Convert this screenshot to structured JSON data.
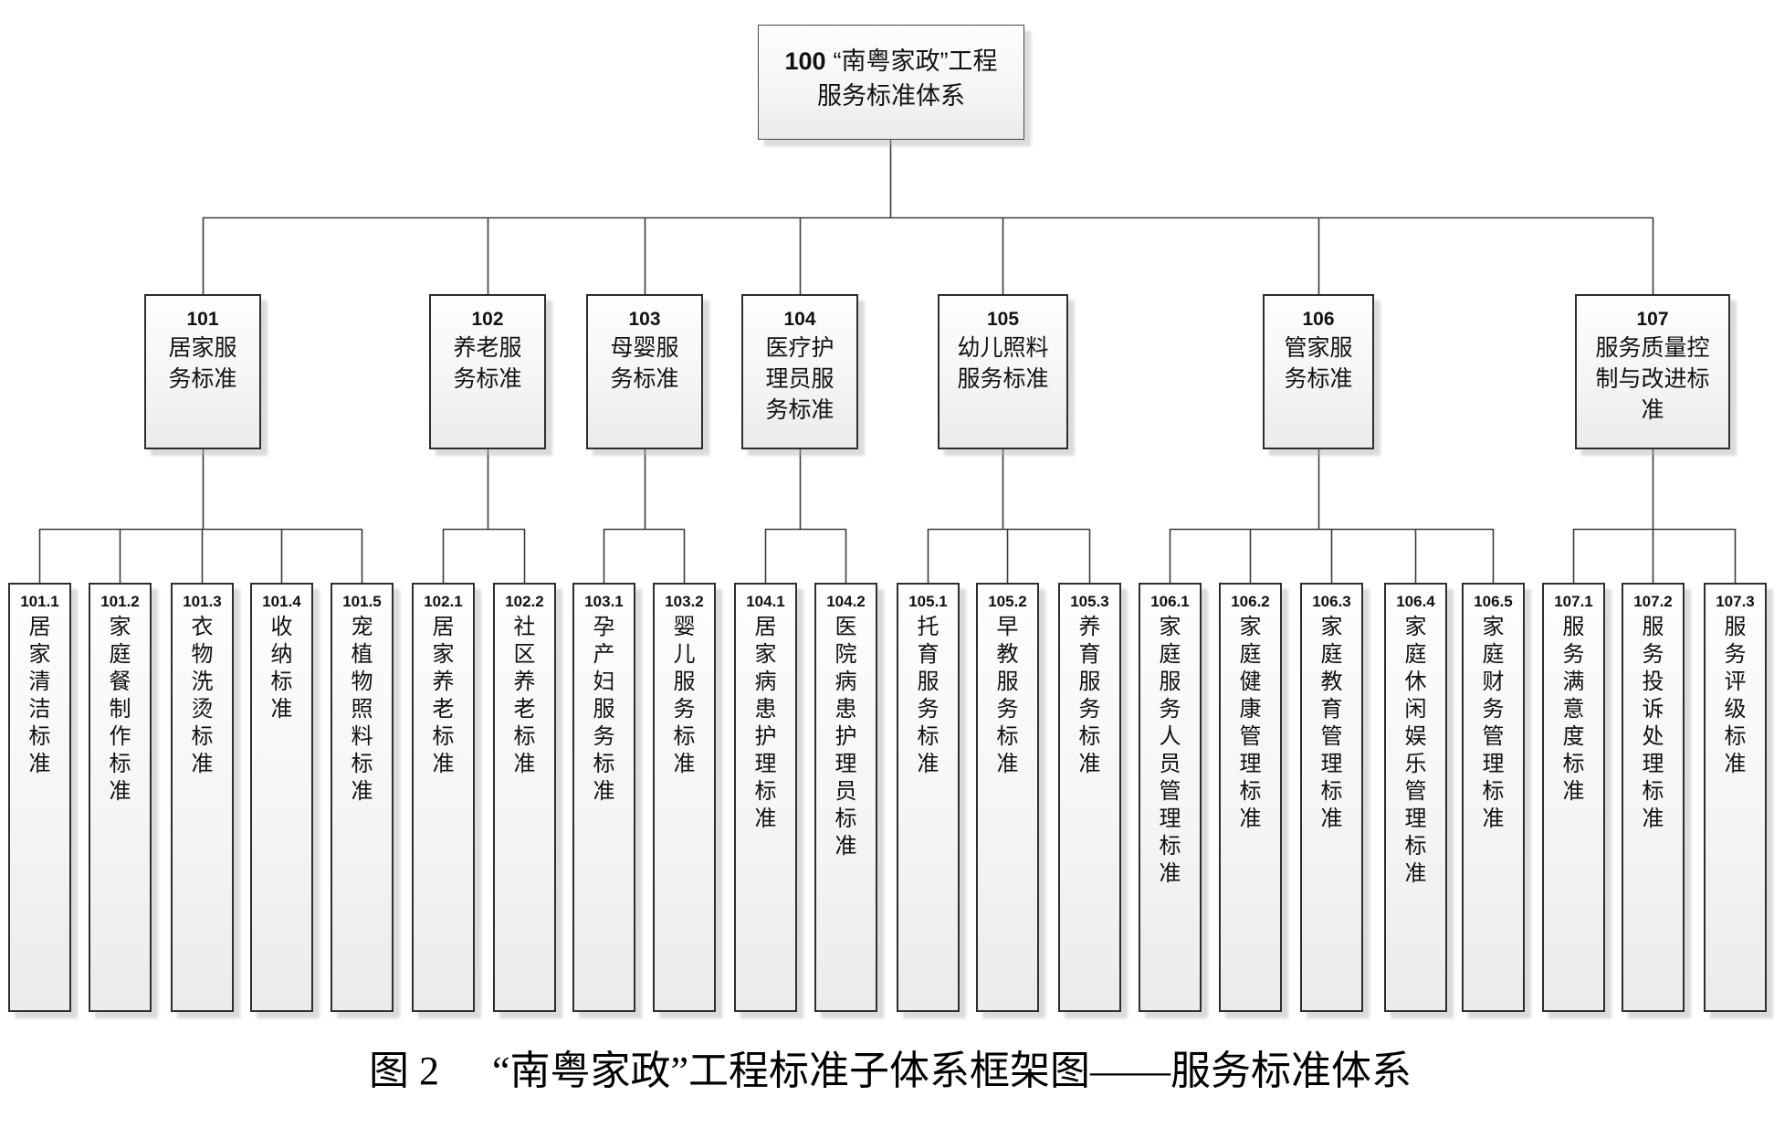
{
  "figure": {
    "label": "图 2",
    "title": "“南粤家政”工程标准子体系框架图——服务标准体系"
  },
  "root": {
    "code": "100",
    "title_line1": "“南粤家政”工程",
    "title_line2": "服务标准体系"
  },
  "groups": [
    {
      "code": "101",
      "name": "居家服务标准",
      "children": [
        {
          "code": "101.1",
          "name": "居家清洁标准"
        },
        {
          "code": "101.2",
          "name": "家庭餐制作标准"
        },
        {
          "code": "101.3",
          "name": "衣物洗烫标准"
        },
        {
          "code": "101.4",
          "name": "收纳标准"
        },
        {
          "code": "101.5",
          "name": "宠植物照料标准"
        }
      ]
    },
    {
      "code": "102",
      "name": "养老服务标准",
      "children": [
        {
          "code": "102.1",
          "name": "居家养老标准"
        },
        {
          "code": "102.2",
          "name": "社区养老标准"
        }
      ]
    },
    {
      "code": "103",
      "name": "母婴服务标准",
      "children": [
        {
          "code": "103.1",
          "name": "孕产妇服务标准"
        },
        {
          "code": "103.2",
          "name": "婴儿服务标准"
        }
      ]
    },
    {
      "code": "104",
      "name": "医疗护理员服务标准",
      "children": [
        {
          "code": "104.1",
          "name": "居家病患护理标准"
        },
        {
          "code": "104.2",
          "name": "医院病患护理员标准"
        }
      ]
    },
    {
      "code": "105",
      "name": "幼儿照料服务标准",
      "children": [
        {
          "code": "105.1",
          "name": "托育服务标准"
        },
        {
          "code": "105.2",
          "name": "早教服务标准"
        },
        {
          "code": "105.3",
          "name": "养育服务标准"
        }
      ]
    },
    {
      "code": "106",
      "name": "管家服务标准",
      "children": [
        {
          "code": "106.1",
          "name": "家庭服务人员管理标准"
        },
        {
          "code": "106.2",
          "name": "家庭健康管理标准"
        },
        {
          "code": "106.3",
          "name": "家庭教育管理标准"
        },
        {
          "code": "106.4",
          "name": "家庭休闲娱乐管理标准"
        },
        {
          "code": "106.5",
          "name": "家庭财务管理标准"
        }
      ]
    },
    {
      "code": "107",
      "name": "服务质量控制与改进标准",
      "children": [
        {
          "code": "107.1",
          "name": "服务满意度标准"
        },
        {
          "code": "107.2",
          "name": "服务投诉处理标准"
        },
        {
          "code": "107.3",
          "name": "服务评级标准"
        }
      ]
    }
  ],
  "colors": {
    "line": "#3c3c3c",
    "border": "#2e2e2e",
    "fill_top": "#fefefe",
    "fill_bottom": "#ebebeb"
  }
}
